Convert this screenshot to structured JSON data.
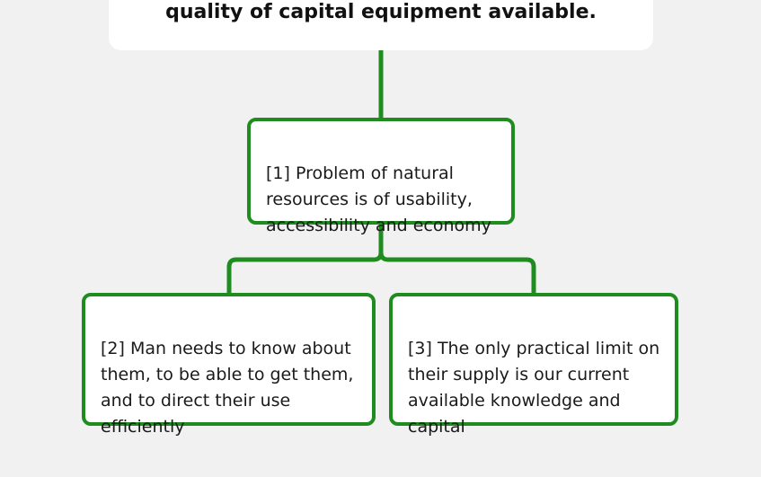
{
  "diagram": {
    "root": {
      "text": "the ingenuity of man and the quality and\nquality of capital equipment available."
    },
    "nodes": [
      {
        "text": "[1] Problem of natural\nresources is of usability,\naccessibility and economy"
      },
      {
        "text": "[2] Man needs to know about\nthem, to be able to get them,\nand to direct their use\nefficiently"
      },
      {
        "text": "[3] The only practical limit on\ntheir supply is our current\navailable knowledge and\ncapital"
      }
    ],
    "colors": {
      "connector": "#1e8c1e",
      "node_border": "#1e8c1e",
      "background": "#f1f1f1",
      "box_fill": "#ffffff"
    }
  }
}
